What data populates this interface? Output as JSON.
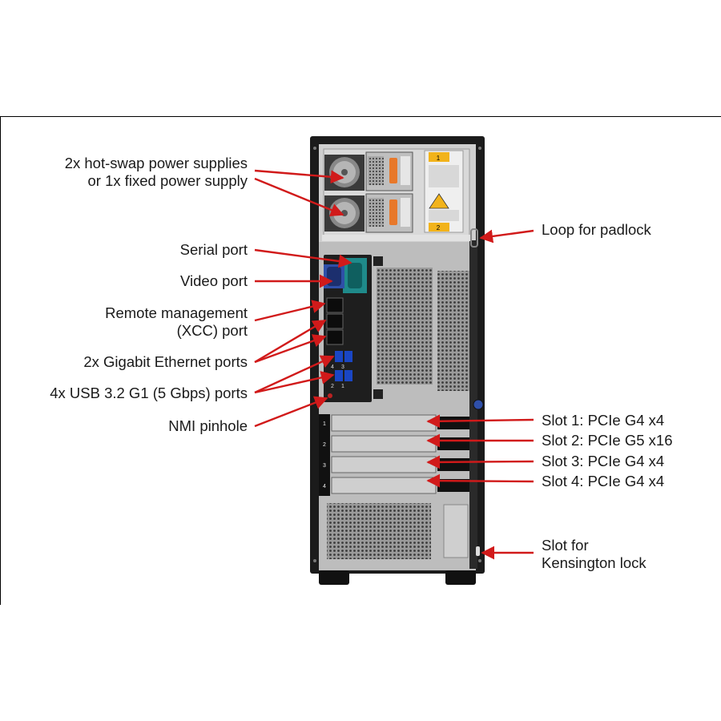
{
  "callouts_left": [
    {
      "id": "psu",
      "text": "2x hot-swap power supplies\nor 1x fixed power supply"
    },
    {
      "id": "serial",
      "text": "Serial port"
    },
    {
      "id": "video",
      "text": "Video port"
    },
    {
      "id": "xcc",
      "text": "Remote management\n(XCC) port"
    },
    {
      "id": "ethernet",
      "text": "2x Gigabit Ethernet ports"
    },
    {
      "id": "usb",
      "text": "4x USB 3.2 G1 (5 Gbps) ports"
    },
    {
      "id": "nmi",
      "text": "NMI pinhole"
    }
  ],
  "callouts_right": [
    {
      "id": "padlock",
      "text": "Loop for padlock"
    },
    {
      "id": "slot1",
      "text": "Slot 1: PCIe G4 x4"
    },
    {
      "id": "slot2",
      "text": "Slot 2: PCIe G5 x16"
    },
    {
      "id": "slot3",
      "text": "Slot 3: PCIe G4 x4"
    },
    {
      "id": "slot4",
      "text": "Slot 4: PCIe G4 x4"
    },
    {
      "id": "kensington",
      "text": "Slot for\nKensington lock"
    }
  ],
  "chassis_marks": {
    "psu_bay_1": "1",
    "psu_bay_2": "2",
    "usb_numbers": [
      "4",
      "3",
      "2",
      "1"
    ],
    "slot_numbers": [
      "1",
      "2",
      "3",
      "4"
    ]
  },
  "colors": {
    "arrow": "#d11a1a",
    "chassis_dark": "#1b1b1b",
    "panel_grey": "#bdbdbd",
    "vga_blue": "#2f4fa8",
    "serial_teal": "#1f8a8a",
    "psu_handle_orange": "#e8782a",
    "psu_label_yellow": "#f2b31a"
  }
}
